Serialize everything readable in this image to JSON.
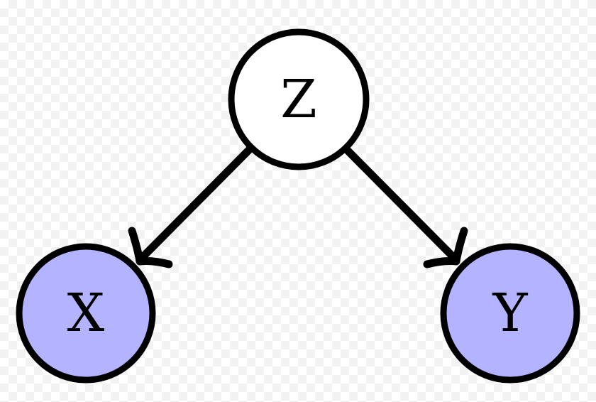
{
  "nodes": {
    "z": {
      "label": "Z",
      "fill": "#ffffff"
    },
    "x": {
      "label": "X",
      "fill": "#b3b3ff"
    },
    "y": {
      "label": "Y",
      "fill": "#b3b3ff"
    }
  },
  "edges": [
    {
      "from": "Z",
      "to": "X"
    },
    {
      "from": "Z",
      "to": "Y"
    }
  ],
  "colors": {
    "stroke": "#000000",
    "observed_fill": "#b3b3ff",
    "latent_fill": "#ffffff"
  }
}
